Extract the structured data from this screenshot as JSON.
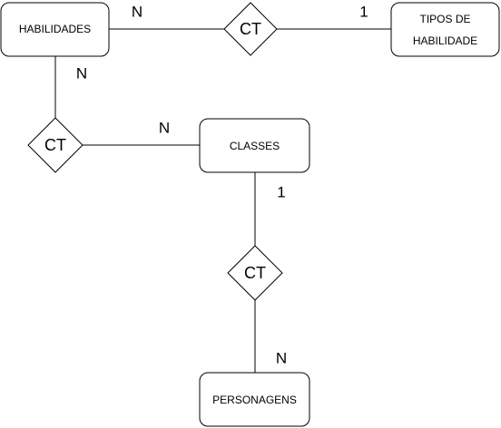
{
  "entities": {
    "habilidades": {
      "label": "HABILIDADES"
    },
    "tipos_de_habilidade": {
      "line1": "TIPOS DE",
      "line2": "HABILIDADE"
    },
    "classes": {
      "label": "CLASSES"
    },
    "personagens": {
      "label": "PERSONAGENS"
    }
  },
  "relationships": {
    "habilidades_tipos": {
      "label": "CT"
    },
    "habilidades_classes": {
      "label": "CT"
    },
    "classes_personagens": {
      "label": "CT"
    }
  },
  "cardinalities": {
    "habilidades_to_tipos": "N",
    "tipos_to_habilidades": "1",
    "habilidades_to_classes": "N",
    "classes_to_habilidades": "N",
    "classes_to_personagens": "1",
    "personagens_to_classes": "N"
  }
}
